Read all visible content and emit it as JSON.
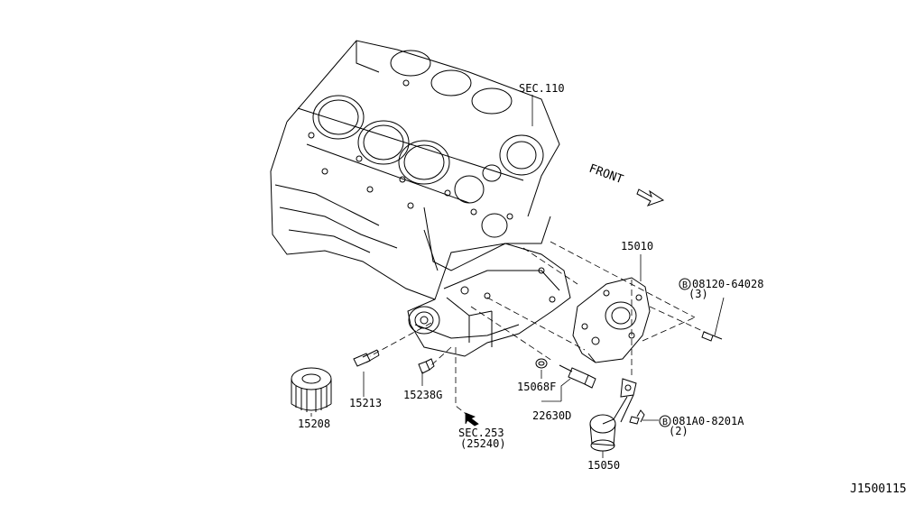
{
  "labels": {
    "sec110": "SEC.110",
    "front": "FRONT",
    "p15010": "15010",
    "bolt1_code": "08120-64028",
    "bolt1_qty": "(3)",
    "p15213": "15213",
    "p15238g": "15238G",
    "p15208": "15208",
    "p15068f": "15068F",
    "p22630d": "22630D",
    "sec253": "SEC.253",
    "sec253_sub": "(25240)",
    "bolt2_code": "081A0-8201A",
    "bolt2_qty": "(2)",
    "p15050": "15050",
    "diagram_id": "J1500115"
  },
  "icons": {
    "bolt_marker": "circled-B-icon"
  }
}
